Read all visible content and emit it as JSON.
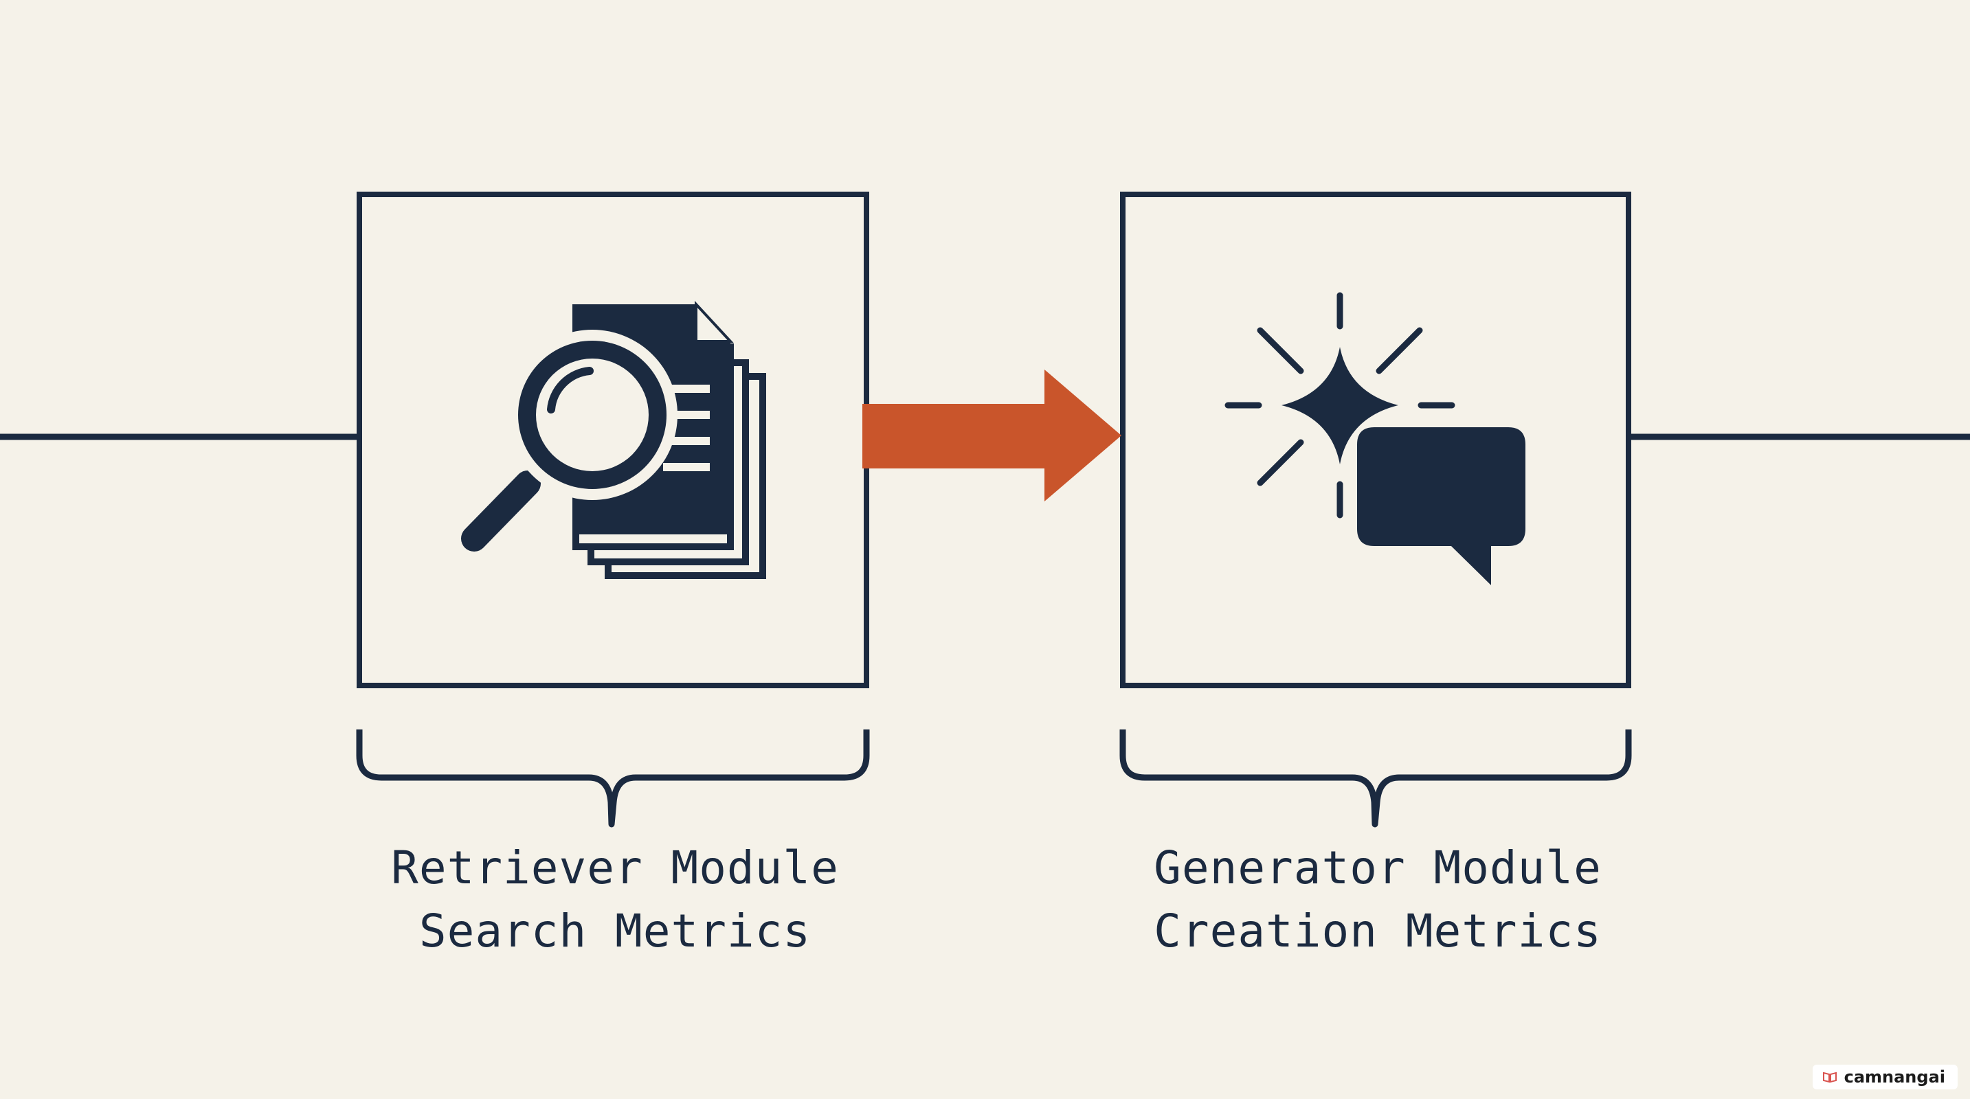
{
  "modules": [
    {
      "id": "retriever",
      "line1": "Retriever Module",
      "line2": "Search Metrics",
      "icon": "document-search-icon"
    },
    {
      "id": "generator",
      "line1": "Generator Module",
      "line2": "Creation Metrics",
      "icon": "sparkle-chat-icon"
    }
  ],
  "connector_icon": "arrow-right-icon",
  "watermark": {
    "text": "camnangai"
  },
  "colors": {
    "background": "#f5f2e9",
    "ink": "#1b2a40",
    "arrow": "#c9552b"
  }
}
